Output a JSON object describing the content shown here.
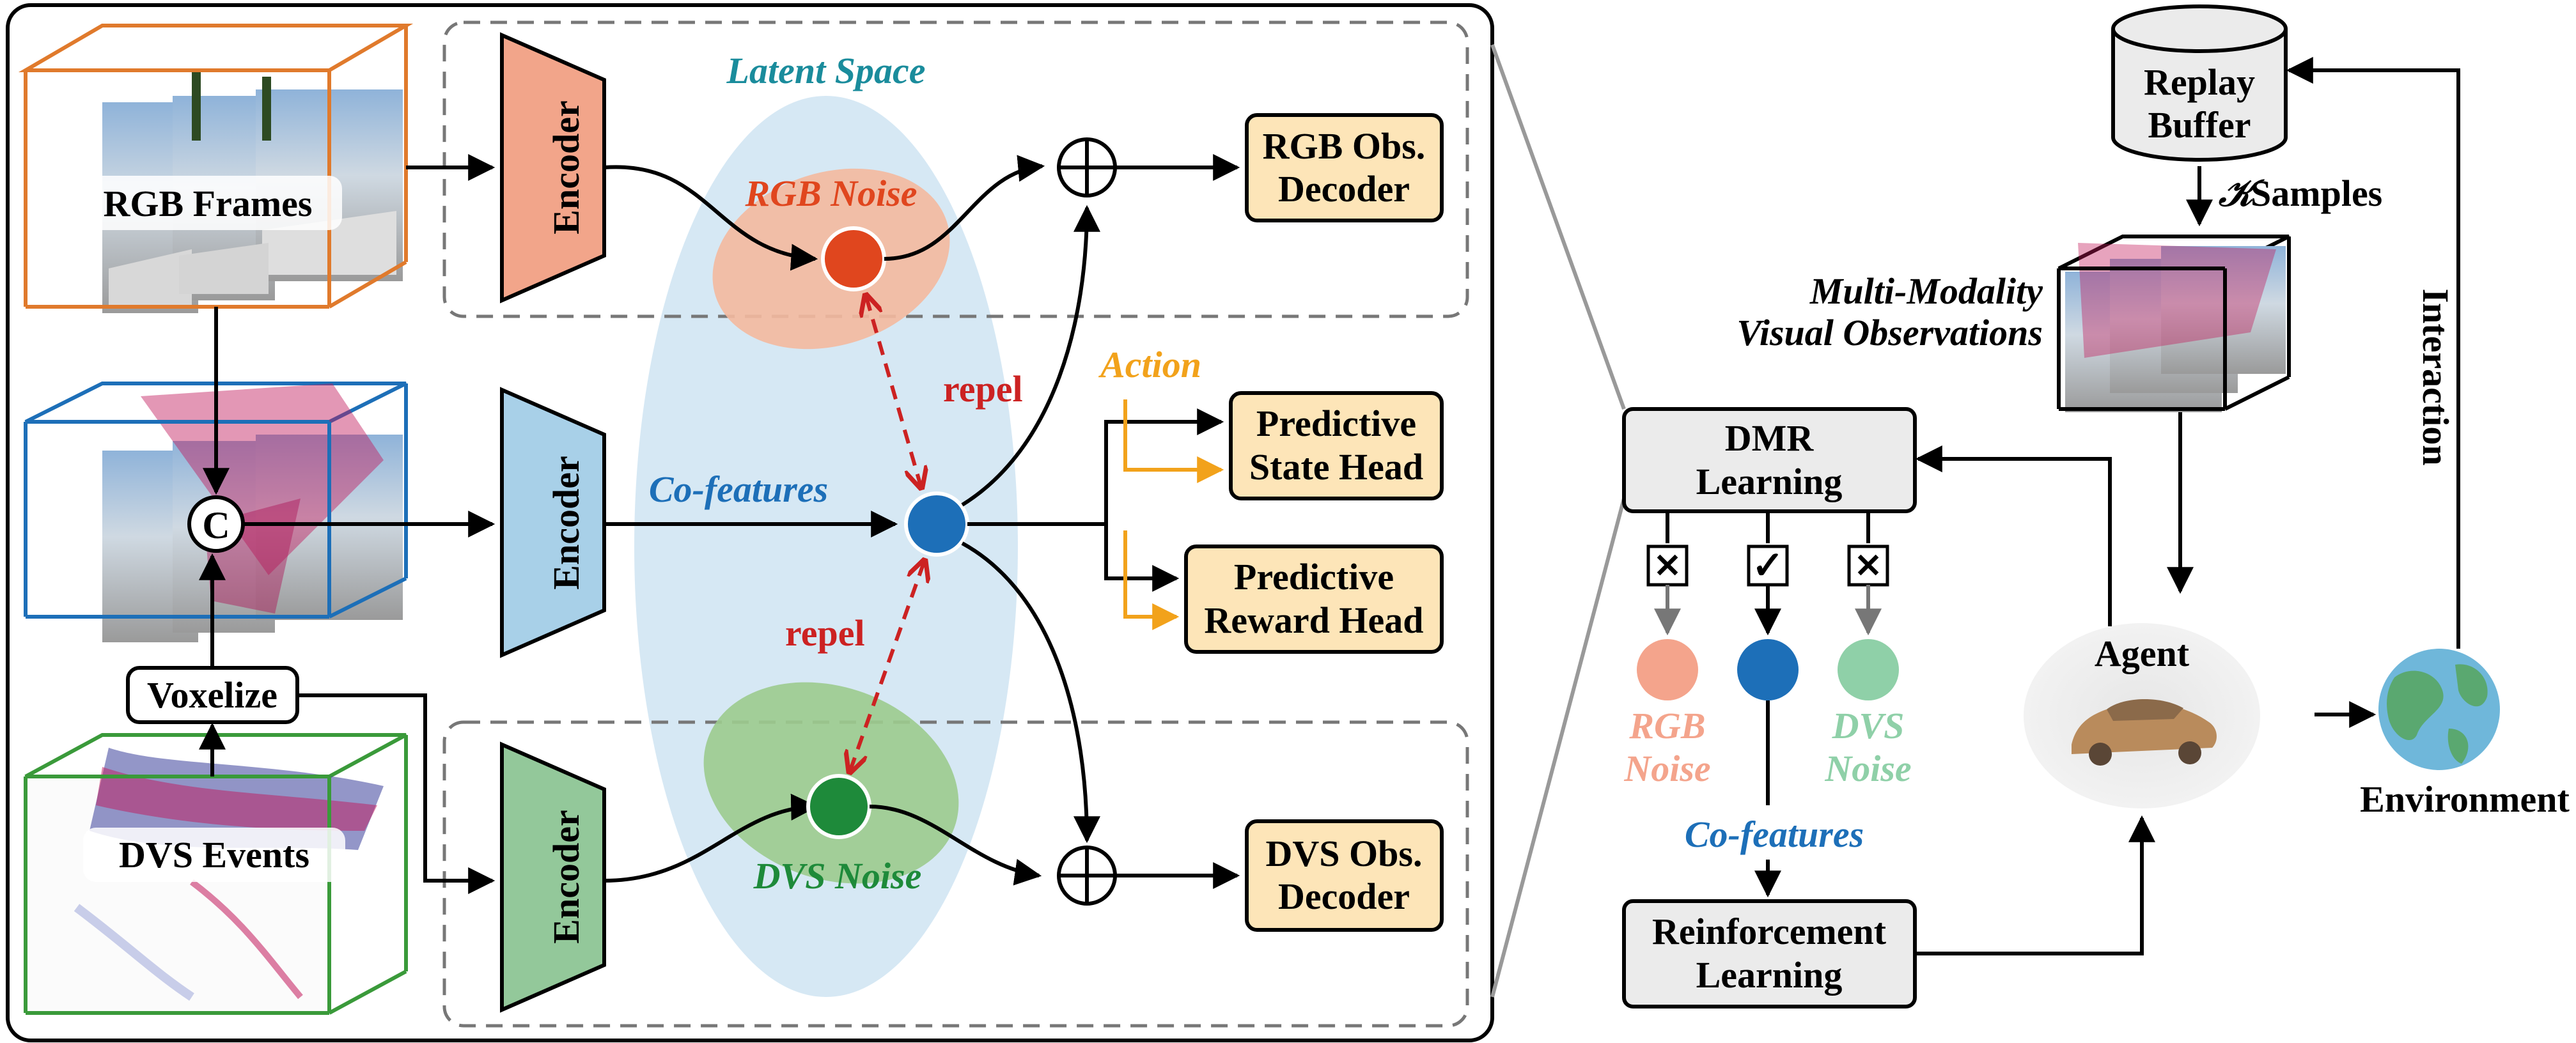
{
  "left_panel": {
    "latent_space_label": "Latent Space",
    "rgb_frames_label": "RGB Frames",
    "dvs_events_label": "DVS Events",
    "voxelize_label": "Voxelize",
    "concat_symbol": "C",
    "encoder_label": "Encoder",
    "rgb_noise_label": "RGB Noise",
    "dvs_noise_label": "DVS Noise",
    "cofeatures_label": "Co-features",
    "repel_label": "repel",
    "action_label": "Action",
    "rgb_decoder_line1": "RGB Obs.",
    "rgb_decoder_line2": "Decoder",
    "dvs_decoder_line1": "DVS Obs.",
    "dvs_decoder_line2": "Decoder",
    "state_head_line1": "Predictive",
    "state_head_line2": "State Head",
    "reward_head_line1": "Predictive",
    "reward_head_line2": "Reward Head"
  },
  "right_panel": {
    "replay_buffer_line1": "Replay",
    "replay_buffer_line2": "Buffer",
    "samples_symbol": "𝒦",
    "samples_label": "Samples",
    "multimodality_line1": "Multi-Modality",
    "multimodality_line2": "Visual Observations",
    "interaction_label": "Interaction",
    "dmr_line1": "DMR",
    "dmr_line2": "Learning",
    "rgb_noise_line1": "RGB",
    "rgb_noise_line2": "Noise",
    "dvs_noise_line1": "DVS",
    "dvs_noise_line2": "Noise",
    "cofeatures_label": "Co-features",
    "rl_line1": "Reinforcement",
    "rl_line2": "Learning",
    "agent_label": "Agent",
    "environment_label": "Environment",
    "cross_mark": "✕",
    "check_mark": "✓"
  },
  "colors": {
    "rgb_orange": "#e07a2c",
    "dvs_green": "#3a9a3a",
    "rgb_dot": "#e0461e",
    "cofeature_dot": "#1d6fb8",
    "dvs_dot": "#1e8a3a",
    "repel_red": "#cc2222",
    "action_orange": "#f2a21b",
    "latent_teal": "#1a8c9c",
    "encoder_rgb": "#f2a58a",
    "encoder_co": "#a8d0e8",
    "encoder_dvs": "#93c89a",
    "decoder_fill": "#fde5b8",
    "box_gray": "#ebebeb"
  }
}
